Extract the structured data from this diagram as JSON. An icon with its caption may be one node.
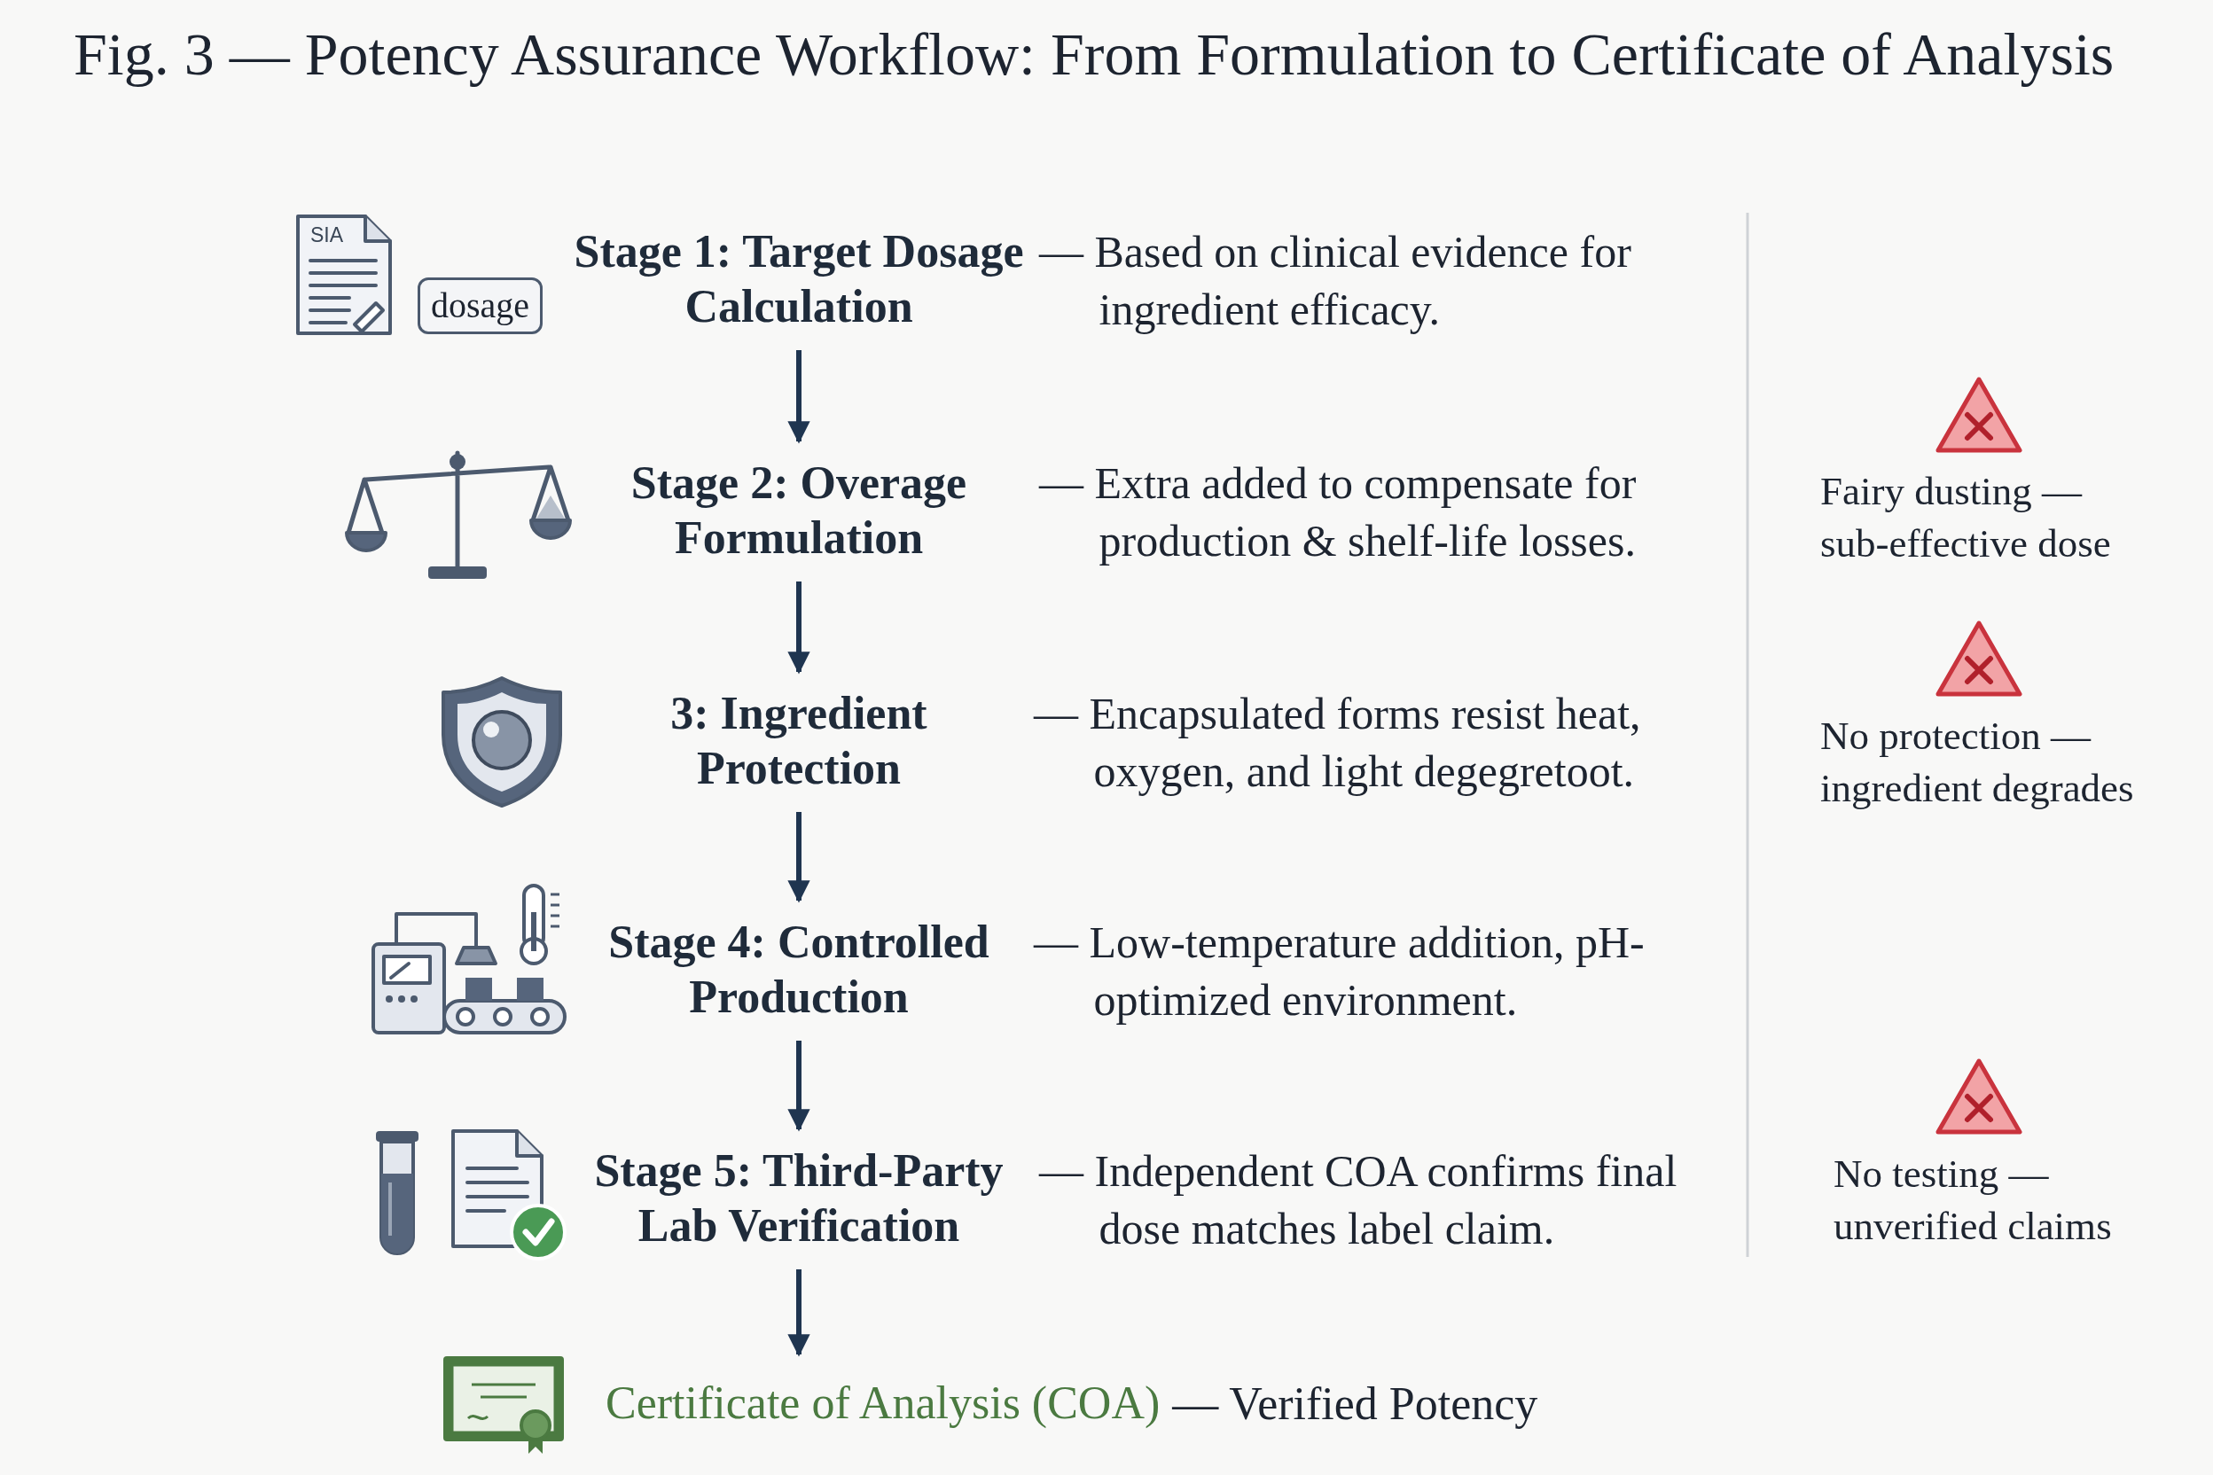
{
  "diagram": {
    "title": "Fig. 3 — Potency Assurance Workflow: From Formulation to Certificate of Analysis",
    "nodes": [
      {
        "text": [
          "Stage 1: Target Dosage Calculation"
        ],
        "beside": [
          "— Based on clinical evidence for ingredient efficacy."
        ]
      },
      {
        "text": [
          "Stage 2: Overage Formulation"
        ],
        "beside": [
          "— Extra added to compensate for production & shelf-life losses."
        ]
      },
      {
        "text": [
          "3: Ingredient Protection"
        ],
        "beside": [
          "— Encapsulated forms resist heat, oxygen, and light degegretoot."
        ]
      },
      {
        "text": [
          "Stage 4: Controlled Production"
        ],
        "beside": [
          "— Low-temperature addition, pH-optimized environment."
        ]
      },
      {
        "text": [
          "Stage 5: Third-Party Lab Verification"
        ],
        "beside": [
          "— Independent COA confirms final dose matches label claim."
        ]
      },
      {
        "text": [
          "Certificate of Analysis (COA)"
        ],
        "beside": [
          "— Verified Potency"
        ]
      }
    ],
    "edges": [
      {
        "from": 0,
        "to": 1,
        "arrow": "to"
      },
      {
        "from": 1,
        "to": 2,
        "arrow": "to"
      },
      {
        "from": 2,
        "to": 3,
        "arrow": "to"
      },
      {
        "from": 3,
        "to": 4,
        "arrow": "to"
      },
      {
        "from": 4,
        "to": 5,
        "arrow": "to"
      }
    ],
    "labels": [
      "SIA",
      "dosage",
      "Fairy dusting — sub-effective dose",
      "No protection — ingredient degrades",
      "No testing — unverified claims"
    ]
  }
}
